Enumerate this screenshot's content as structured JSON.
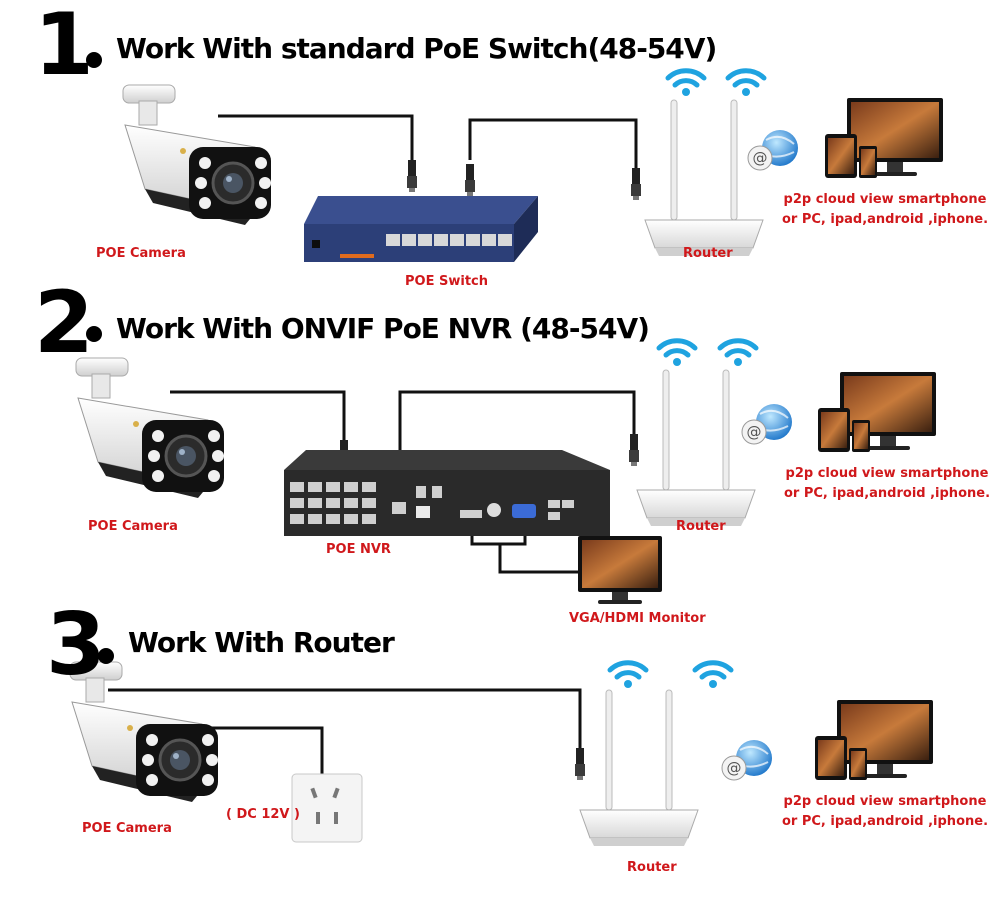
{
  "sections": [
    {
      "number": "1",
      "title": "Work With standard PoE Switch(48-54V)",
      "camera_label": "POE Camera",
      "hub_label": "POE Switch",
      "router_label": "Router",
      "p2p_line1": "p2p cloud view smartphone",
      "p2p_line2": "or PC, ipad,android ,iphone."
    },
    {
      "number": "2",
      "title": "Work With ONVIF PoE NVR (48-54V)",
      "camera_label": "POE Camera",
      "hub_label": "POE NVR",
      "router_label": "Router",
      "monitor_label": "VGA/HDMI Monitor",
      "p2p_line1": "p2p cloud view smartphone",
      "p2p_line2": "or PC, ipad,android ,iphone."
    },
    {
      "number": "3",
      "title": "Work With Router",
      "camera_label": "POE Camera",
      "power_label": "( DC 12V )",
      "router_label": "Router",
      "p2p_line1": "p2p cloud view smartphone",
      "p2p_line2": "or PC, ipad,android ,iphone."
    }
  ],
  "colors": {
    "label_red": "#d0181b",
    "cable": "#111111",
    "wifi_blue": "#1fa3e0",
    "switch_blue": "#2c3f78",
    "nvr_dark": "#2a2a2a"
  }
}
